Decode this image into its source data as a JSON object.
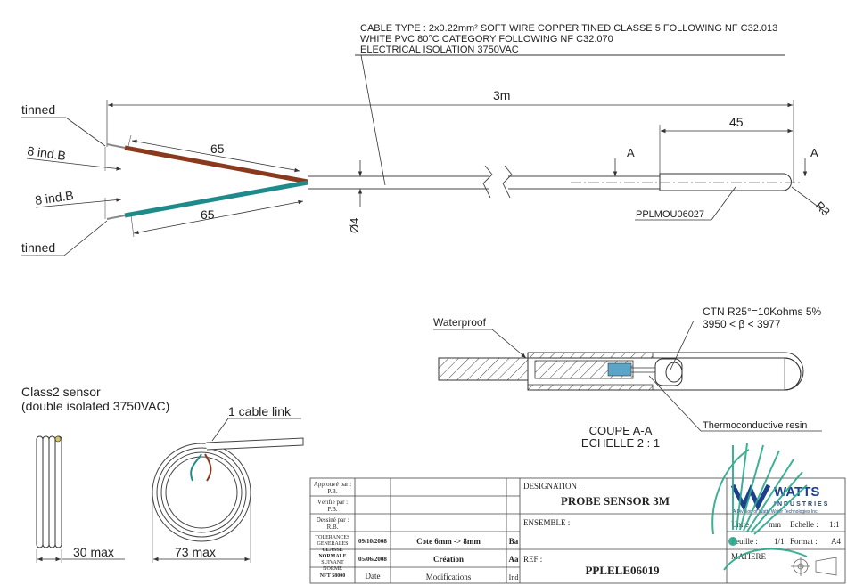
{
  "cable_spec": {
    "line1": "CABLE TYPE : 2x0.22mm² SOFT WIRE COPPER TINED CLASSE 5 FOLLOWING NF C32.013",
    "line2": "WHITE PVC 80°C CATEGORY FOLLOWING NF C32.070",
    "line3": "ELECTRICAL ISOLATION 3750VAC"
  },
  "dimensions": {
    "length_total": "3m",
    "tube_length": "45",
    "wire_strip_top": "65",
    "wire_strip_bottom": "65",
    "ind_top": "8 ind.B",
    "ind_bottom": "8 ind.B",
    "diameter": "Ø4",
    "radius": "R3",
    "coil_width": "30 max",
    "coil_diameter": "73 max"
  },
  "labels": {
    "tinned_top": "tinned",
    "tinned_bottom": "tinned",
    "section_mark_left": "A",
    "section_mark_right": "A",
    "part_ref": "PPLMOU06027",
    "waterproof": "Waterproof",
    "ctn_line1": "CTN R25°=10Kohms 5%",
    "ctn_line2": "3950 < β < 3977",
    "resin": "Thermoconductive resin",
    "section_title": "COUPE A-A",
    "section_scale": "ECHELLE 2 : 1",
    "class2_line1": "Class2 sensor",
    "class2_line2": "(double isolated 3750VAC)",
    "cable_link": "1 cable link"
  },
  "title_block": {
    "approuve": "Approuvé par :",
    "approuve_by": "P.B.",
    "verifie": "Vérifié par :",
    "verifie_by": "P.B.",
    "dessine": "Dessiné par :",
    "dessine_by": "R.B.",
    "tolerances": [
      "TOLERANCES",
      "GENERALES",
      "CLASSE",
      "NORMALE",
      "SUIVANT",
      "NORME",
      "NFT 58000"
    ],
    "rev_rows": [
      {
        "date": "09/10/2008",
        "modif": "Cote 6mm -> 8mm",
        "ind": "Ba"
      },
      {
        "date": "05/06/2008",
        "modif": "Création",
        "ind": "Aa"
      }
    ],
    "header_date": "Date",
    "header_modif": "Modifications",
    "header_ind": "Ind",
    "designation_label": "DESIGNATION :",
    "designation": "PROBE SENSOR 3M",
    "ensemble_label": "ENSEMBLE :",
    "ref_label": "REF :",
    "ref": "PPLELE06019",
    "unite_label": "Unite :",
    "unite": "mm",
    "echelle_label": "Echelle :",
    "echelle": "1:1",
    "feuille_label": "Feuille :",
    "feuille": "1/1",
    "format_label": "Format :",
    "format": "A4",
    "matiere_label": "MATIERE :",
    "brand_line1": "WATTS",
    "brand_line2": "INDUSTRIES",
    "brand_tagline": "A Division of Watts Water Technologies Inc.",
    "watermark_color": "#2aa88a",
    "brand_color": "#1d3f8c"
  }
}
